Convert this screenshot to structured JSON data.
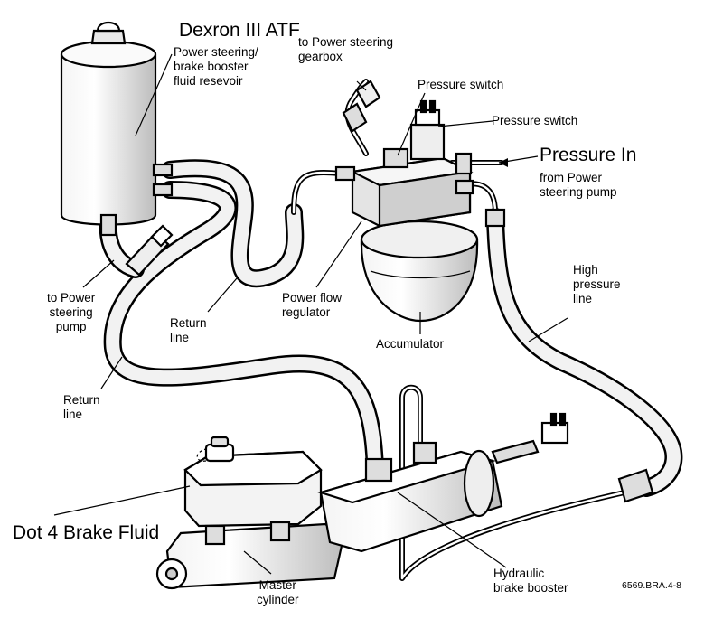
{
  "diagram": {
    "fluid_atf": "Dexron III ATF",
    "reservoir": [
      "Power steering/",
      "brake booster",
      "fluid resevoir"
    ],
    "to_gearbox": [
      "to Power steering",
      "gearbox"
    ],
    "pressure_switch_1": "Pressure switch",
    "pressure_switch_2": "Pressure switch",
    "pressure_in": "Pressure In",
    "from_pump": [
      "from Power",
      "steering pump"
    ],
    "to_pump": [
      "to Power",
      "steering",
      "pump"
    ],
    "return_line_1": [
      "Return",
      "line"
    ],
    "power_flow_regulator": [
      "Power flow",
      "regulator"
    ],
    "high_pressure_line": [
      "High",
      "pressure",
      "line"
    ],
    "accumulator": "Accumulator",
    "return_line_2": [
      "Return",
      "line"
    ],
    "brake_fluid": "Dot 4 Brake Fluid",
    "master_cylinder": [
      "Master",
      "cylinder"
    ],
    "hydraulic_booster": [
      "Hydraulic",
      "brake booster"
    ],
    "figure_code": "6569.BRA.4-8"
  }
}
